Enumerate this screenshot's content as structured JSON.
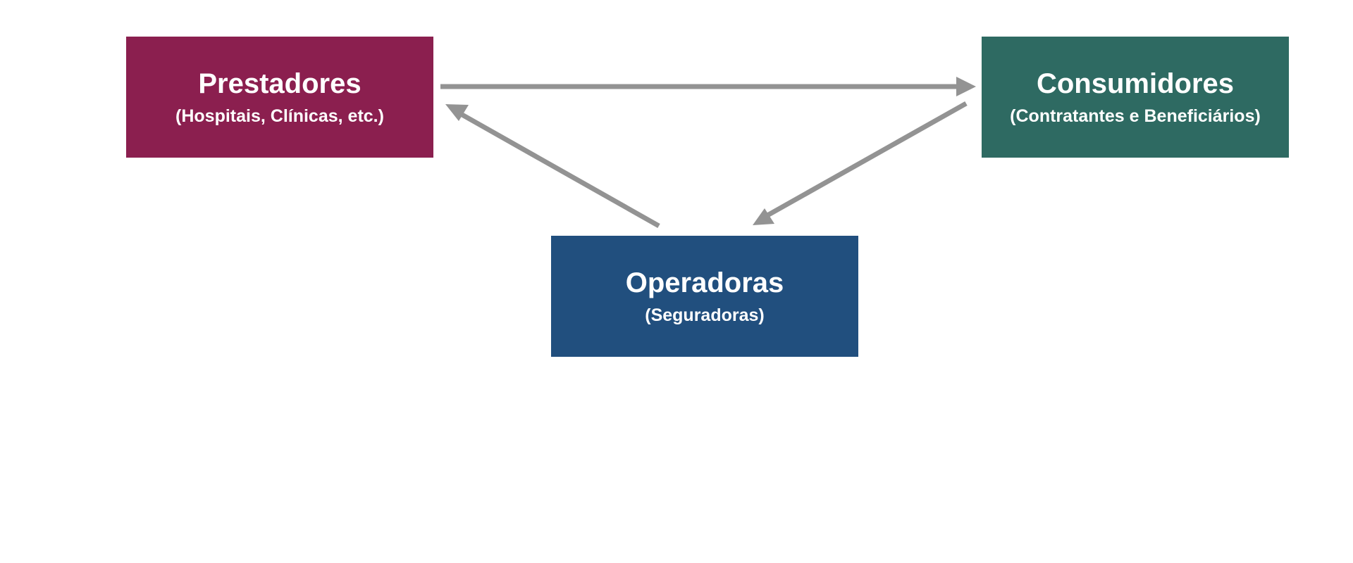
{
  "colors": {
    "prestadores": "#8B1F4F",
    "consumidores": "#2E6A62",
    "operadoras": "#214F7E",
    "arrow": "#939393",
    "background": "#FFFFFF"
  },
  "nodes": {
    "prestadores": {
      "title": "Prestadores",
      "subtitle": "(Hospitais, Clínicas, etc.)"
    },
    "consumidores": {
      "title": "Consumidores",
      "subtitle": "(Contratantes e Beneficiários)"
    },
    "operadoras": {
      "title": "Operadoras",
      "subtitle": "(Seguradoras)"
    }
  },
  "edges": [
    {
      "from": "prestadores",
      "to": "consumidores"
    },
    {
      "from": "consumidores",
      "to": "operadoras"
    },
    {
      "from": "operadoras",
      "to": "prestadores"
    }
  ]
}
